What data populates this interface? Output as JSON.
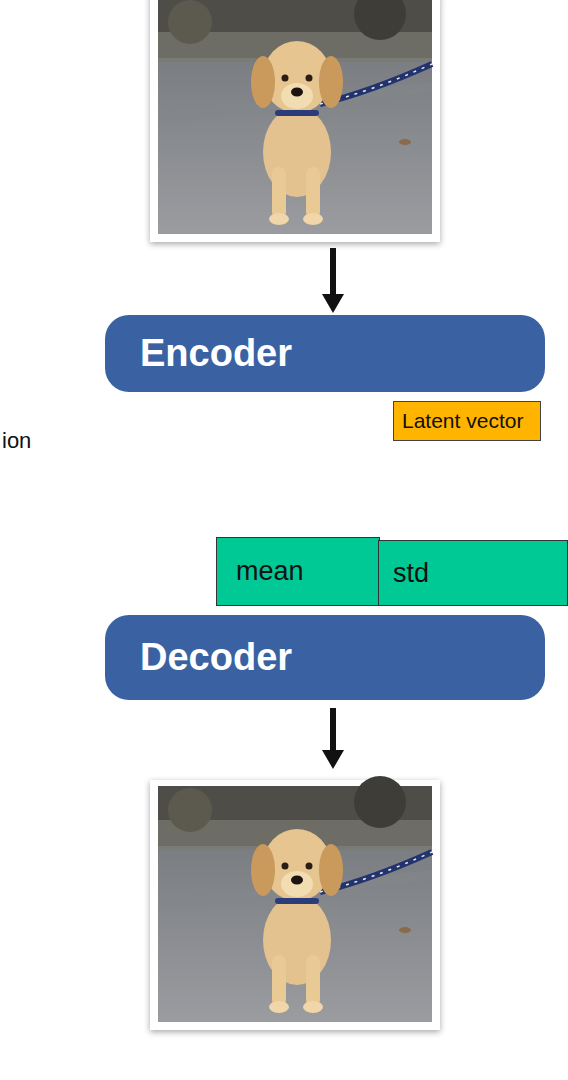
{
  "diagram": {
    "nodes": [
      {
        "text": [
          "Encoder"
        ]
      },
      {
        "text": [
          "Latent vector"
        ]
      },
      {
        "text": [
          "mean"
        ]
      },
      {
        "text": [
          "std"
        ]
      },
      {
        "text": [
          "Decoder"
        ]
      }
    ],
    "labels": [
      "ion"
    ]
  }
}
